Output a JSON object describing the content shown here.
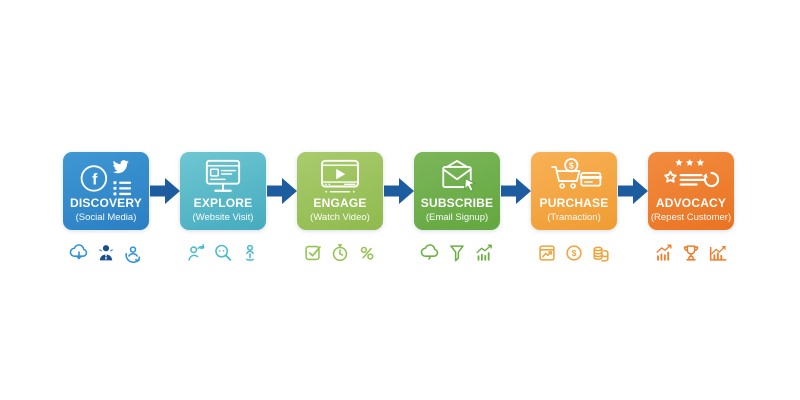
{
  "diagram": {
    "title": "customer-journey-funnel",
    "background": "#ffffff",
    "arrow_color": "#1d5c9f",
    "stages": [
      {
        "label": "DISCOVERY",
        "sublabel": "(Social Media)",
        "color_top": "#3f97d3",
        "color_bottom": "#2a7fc3",
        "accent": "#2e93d8",
        "accent_dark": "#1b4e8c",
        "main_icons": [
          "facebook-icon",
          "twitter-icon",
          "feed-dots-icon"
        ],
        "small_icons": [
          "cloud-download-icon",
          "user-info-icon",
          "user-refresh-icon"
        ]
      },
      {
        "label": "EXPLORE",
        "sublabel": "(Website Visit)",
        "color_top": "#6fc7d1",
        "color_bottom": "#45abbf",
        "accent": "#4cbccd",
        "main_icons": [
          "website-monitor-icon"
        ],
        "small_icons": [
          "user-arrow-icon",
          "search-face-icon",
          "user-pin-icon"
        ]
      },
      {
        "label": "ENGAGE",
        "sublabel": "(Watch Video)",
        "color_top": "#a9cb6d",
        "color_bottom": "#8fba4e",
        "accent": "#94c452",
        "main_icons": [
          "video-player-icon"
        ],
        "small_icons": [
          "checkbox-icon",
          "timer-icon",
          "percent-icon"
        ]
      },
      {
        "label": "SUBSCRIBE",
        "sublabel": "(Email Signup)",
        "color_top": "#7cb65a",
        "color_bottom": "#63a73f",
        "accent": "#6cb043",
        "main_icons": [
          "email-cursor-icon"
        ],
        "small_icons": [
          "cloud-icon",
          "funnel-icon",
          "growth-chart-icon"
        ]
      },
      {
        "label": "PURCHASE",
        "sublabel": "(Tramaction)",
        "color_top": "#f8b156",
        "color_bottom": "#f09c32",
        "accent": "#f2a43c",
        "main_icons": [
          "cart-dollar-icon",
          "credit-card-icon"
        ],
        "small_icons": [
          "report-icon",
          "dollar-coin-icon",
          "coins-icon"
        ]
      },
      {
        "label": "ADVOCACY",
        "sublabel": "(Repest Customer)",
        "color_top": "#f28c3f",
        "color_bottom": "#ea7322",
        "accent": "#ee7f2d",
        "main_icons": [
          "rating-stars-icon",
          "star-review-icon",
          "refresh-icon"
        ],
        "small_icons": [
          "growth-bars-icon",
          "trophy-icon",
          "analytics-icon"
        ]
      }
    ]
  }
}
